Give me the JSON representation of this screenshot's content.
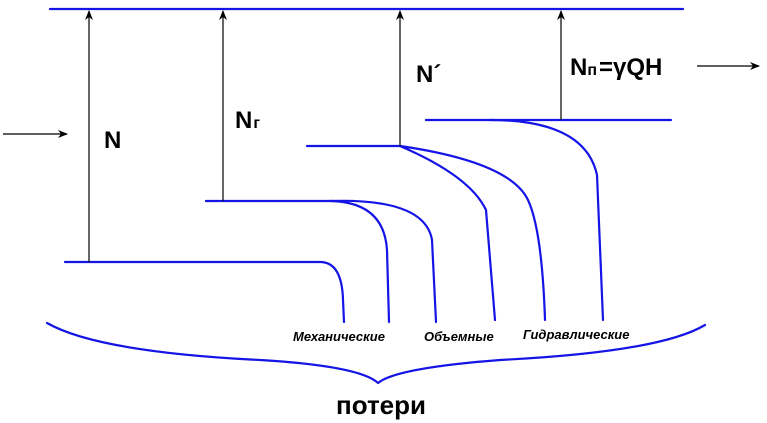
{
  "labels": {
    "n_total": "N",
    "n_hydraulic_base": "N",
    "n_hydraulic_sub": "г",
    "n_prime": "N´",
    "n_useful_base": "N",
    "n_useful_sub": "п",
    "n_useful_formula": "=γQH",
    "losses_mechanical": "Механические",
    "losses_volumetric": "Объемные",
    "losses_hydraulic": "Гидравлические",
    "losses_title": "потери"
  },
  "colors": {
    "lines": "#1414e6",
    "arrows": "#000000",
    "text": "#000000"
  }
}
